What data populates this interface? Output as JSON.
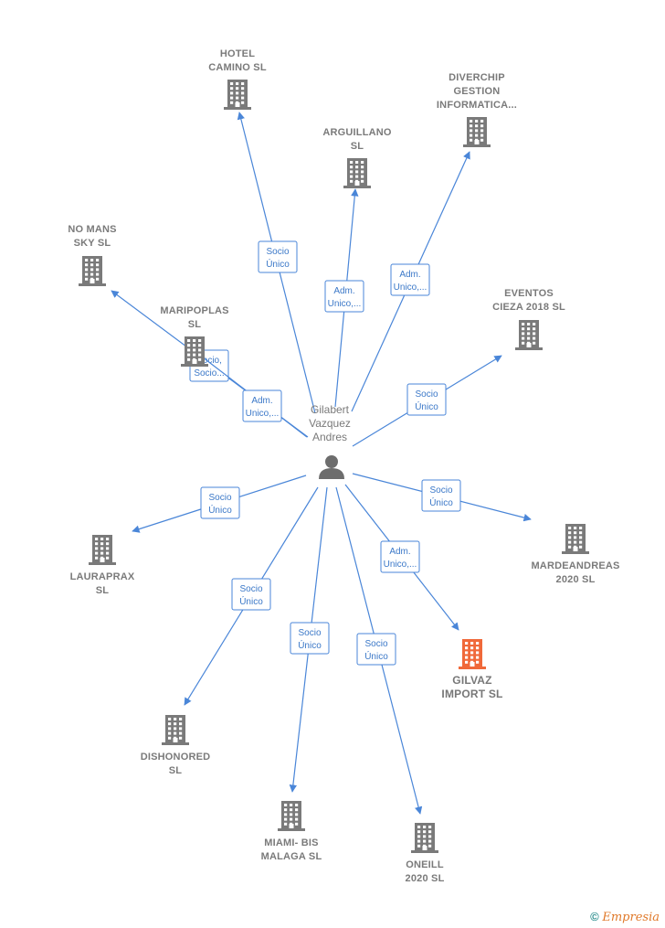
{
  "center": {
    "id": "gilabert",
    "label": [
      "Gilabert",
      "Vazquez",
      "Andres"
    ],
    "icon": "person-icon"
  },
  "companies": [
    {
      "id": "hotel-camino",
      "label": [
        "HOTEL",
        "CAMINO SL"
      ],
      "icon": "building-icon",
      "highlight": false
    },
    {
      "id": "diverchip",
      "label": [
        "DIVERCHIP",
        "GESTION",
        "INFORMATICA..."
      ],
      "icon": "building-icon",
      "highlight": false
    },
    {
      "id": "arguillano",
      "label": [
        "ARGUILLANO",
        "SL"
      ],
      "icon": "building-icon",
      "highlight": false
    },
    {
      "id": "no-mans-sky",
      "label": [
        "NO MANS",
        "SKY  SL"
      ],
      "icon": "building-icon",
      "highlight": false
    },
    {
      "id": "maripoplas",
      "label": [
        "MARIPOPLAS",
        "SL"
      ],
      "icon": "building-icon",
      "highlight": false
    },
    {
      "id": "eventos-cieza",
      "label": [
        "EVENTOS",
        "CIEZA 2018  SL"
      ],
      "icon": "building-icon",
      "highlight": false
    },
    {
      "id": "lauraprax",
      "label": [
        "LAURAPRAX",
        "SL"
      ],
      "icon": "building-icon",
      "highlight": false
    },
    {
      "id": "mardeandreas",
      "label": [
        "MARDEANDREAS",
        "2020  SL"
      ],
      "icon": "building-icon",
      "highlight": false
    },
    {
      "id": "gilvaz",
      "label": [
        "GILVAZ",
        "IMPORT  SL"
      ],
      "icon": "building-icon",
      "highlight": true
    },
    {
      "id": "dishonored",
      "label": [
        "DISHONORED",
        "SL"
      ],
      "icon": "building-icon",
      "highlight": false
    },
    {
      "id": "miami-bis",
      "label": [
        "MIAMI- BIS",
        "MALAGA  SL"
      ],
      "icon": "building-icon",
      "highlight": false
    },
    {
      "id": "oneill",
      "label": [
        "ONEILL",
        "2020  SL"
      ],
      "icon": "building-icon",
      "highlight": false
    }
  ],
  "edges": [
    {
      "to": "hotel-camino",
      "label": [
        "Socio",
        "Único"
      ]
    },
    {
      "to": "arguillano",
      "label": [
        "Adm.",
        "Unico,..."
      ]
    },
    {
      "to": "diverchip",
      "label": [
        "Adm.",
        "Unico,..."
      ]
    },
    {
      "to": "no-mans-sky",
      "label": [
        "Socio,",
        "Socio..."
      ]
    },
    {
      "to": "maripoplas",
      "label": [
        "Adm.",
        "Unico,..."
      ]
    },
    {
      "to": "eventos-cieza",
      "label": [
        "Socio",
        "Único"
      ]
    },
    {
      "to": "lauraprax",
      "label": [
        "Socio",
        "Único"
      ]
    },
    {
      "to": "mardeandreas",
      "label": [
        "Socio",
        "Único"
      ]
    },
    {
      "to": "gilvaz",
      "label": [
        "Adm.",
        "Unico,..."
      ]
    },
    {
      "to": "dishonored",
      "label": [
        "Socio",
        "Único"
      ]
    },
    {
      "to": "miami-bis",
      "label": [
        "Socio",
        "Único"
      ]
    },
    {
      "to": "oneill",
      "label": [
        "Socio",
        "Único"
      ]
    }
  ],
  "colors": {
    "edge": "#4a86d8",
    "building": "#7a7a7a",
    "highlight": "#f0693a",
    "person": "#6d6d6d"
  },
  "footer": {
    "copyright": "©",
    "brand": "Empresia"
  }
}
